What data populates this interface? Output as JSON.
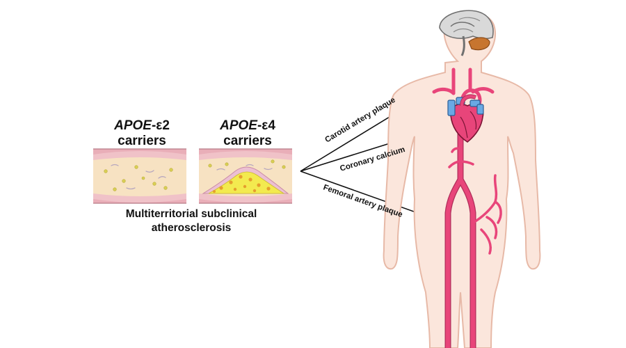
{
  "carriers": [
    {
      "gene": "APOE",
      "allele": "-ε2",
      "label": "carriers"
    },
    {
      "gene": "APOE",
      "allele": "-ε4",
      "label": "carriers"
    }
  ],
  "caption": {
    "line1": "Multiterritorial subclinical",
    "line2": "atherosclerosis"
  },
  "sites": {
    "carotid": "Carotid artery plaque",
    "coronary": "Coronary calcium",
    "femoral": "Femoral artery plaque"
  },
  "colors": {
    "artery_red": "#e8457a",
    "artery_wall": "#e9aeb8",
    "vessel_lumen": "#f7e2c2",
    "plaque_yellow": "#f3ea4f",
    "body_skin": "#fbe6dc",
    "vein_blue": "#6aa9e4",
    "brain_grey": "#d9d9d9",
    "cerebellum": "#c7752f"
  }
}
